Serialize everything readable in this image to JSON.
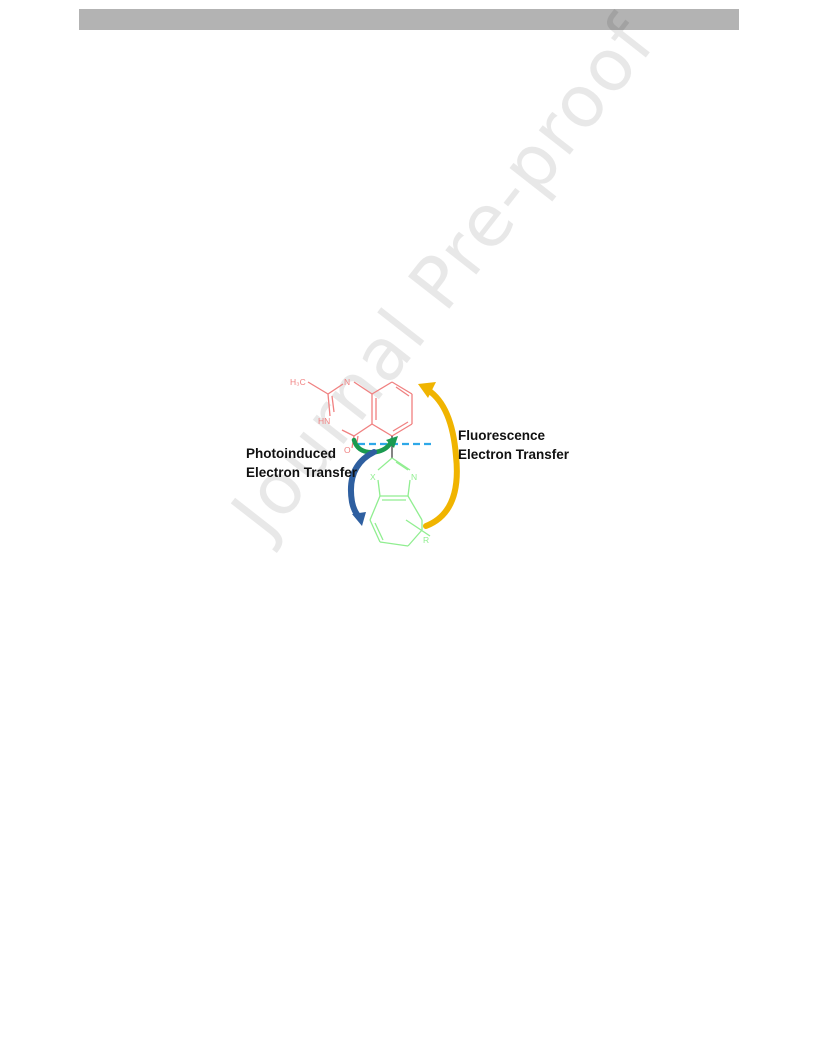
{
  "header": {
    "bar_color": "#b3b3b3"
  },
  "watermark": {
    "text": "Journal Pre-proof"
  },
  "figure": {
    "labels": {
      "pet_line1": "Photoinduced",
      "pet_line2": "Electron Transfer",
      "fl_line1": "Fluorescence",
      "fl_line2": "Electron Transfer"
    },
    "atoms": {
      "methyl": "H₃C",
      "n_top": "N",
      "nh": "HN",
      "oxygen": "O",
      "x_atom": "X",
      "n_bottom": "N",
      "r_group": "R"
    },
    "colors": {
      "quinazolinone": "#f08080",
      "benzazole": "#90ee90",
      "pet_arrow": "#2e5fa0",
      "fl_arrow": "#f0b400",
      "small_arrow": "#1a9a50",
      "dashed_line": "#2ea8e8"
    }
  }
}
